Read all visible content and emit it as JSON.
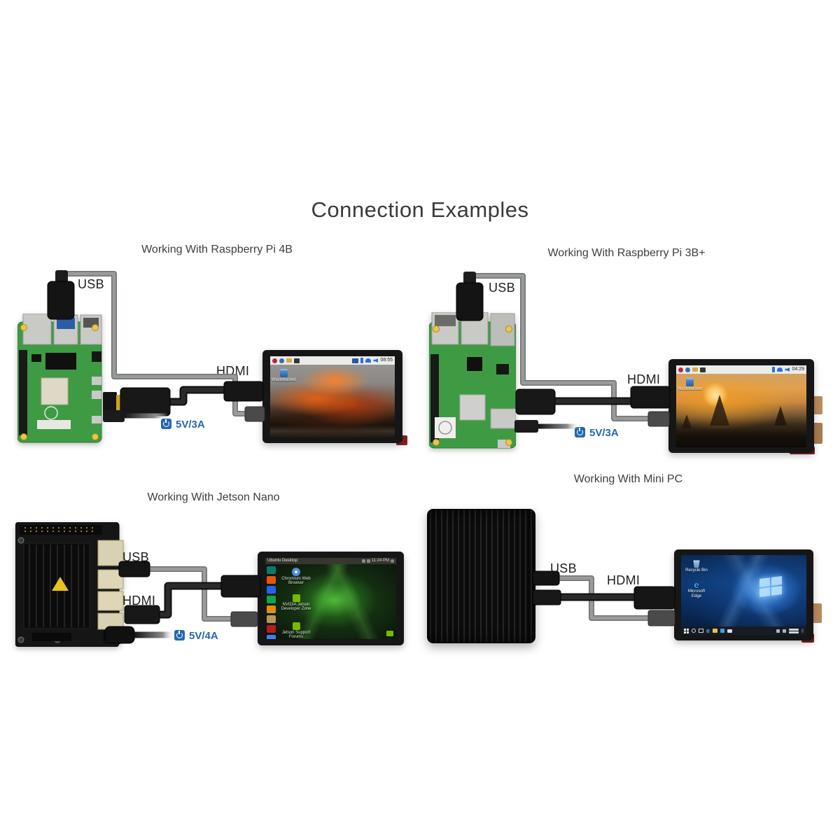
{
  "title": "Connection Examples",
  "colors": {
    "background": "#ffffff",
    "heading": "#3a3a3a",
    "label_text": "#1f1f1f",
    "power_blue": "#2468ad",
    "cable_gray": "#989a9c",
    "cable_black": "#1c1c1c",
    "pi_board_green": "#3f9a44",
    "nvidia_green": "#76b900",
    "windows_blue": "#0d3a75"
  },
  "sections": {
    "pi4b": {
      "title": "Working With Raspberry Pi 4B",
      "usb_label": "USB",
      "hdmi_label": "HDMI",
      "power_label": "5V/3A"
    },
    "pi3b": {
      "title": "Working With Raspberry Pi 3B+",
      "usb_label": "USB",
      "hdmi_label": "HDMI",
      "power_label": "5V/3A"
    },
    "jetson": {
      "title": "Working With Jetson Nano",
      "usb_label": "USB",
      "hdmi_label": "HDMI",
      "power_label": "5V/4A"
    },
    "minipc": {
      "title": "Working With Mini PC",
      "usb_label": "USB",
      "hdmi_label": "HDMI"
    }
  },
  "displays": {
    "pi4b": {
      "wallpaper": "orange-storm-clouds",
      "clock": "08:55",
      "trash_label": "Wastebasket"
    },
    "pi3b": {
      "wallpaper": "bagan-sunset",
      "clock": "04:29",
      "trash_label": "Wastebasket"
    },
    "jetson": {
      "wallpaper": "nvidia-green-abstract",
      "menubar_title": "Ubuntu Desktop",
      "clock": "11:24 PM",
      "desktop_icons": [
        "Chromium Web Browser",
        "NVIDIA Jetson Developer Zone",
        "Jetson Support Forums"
      ]
    },
    "minipc": {
      "wallpaper": "windows-10-hero",
      "desktop_icons": [
        "Recycle Bin",
        "Microsoft Edge"
      ]
    }
  }
}
